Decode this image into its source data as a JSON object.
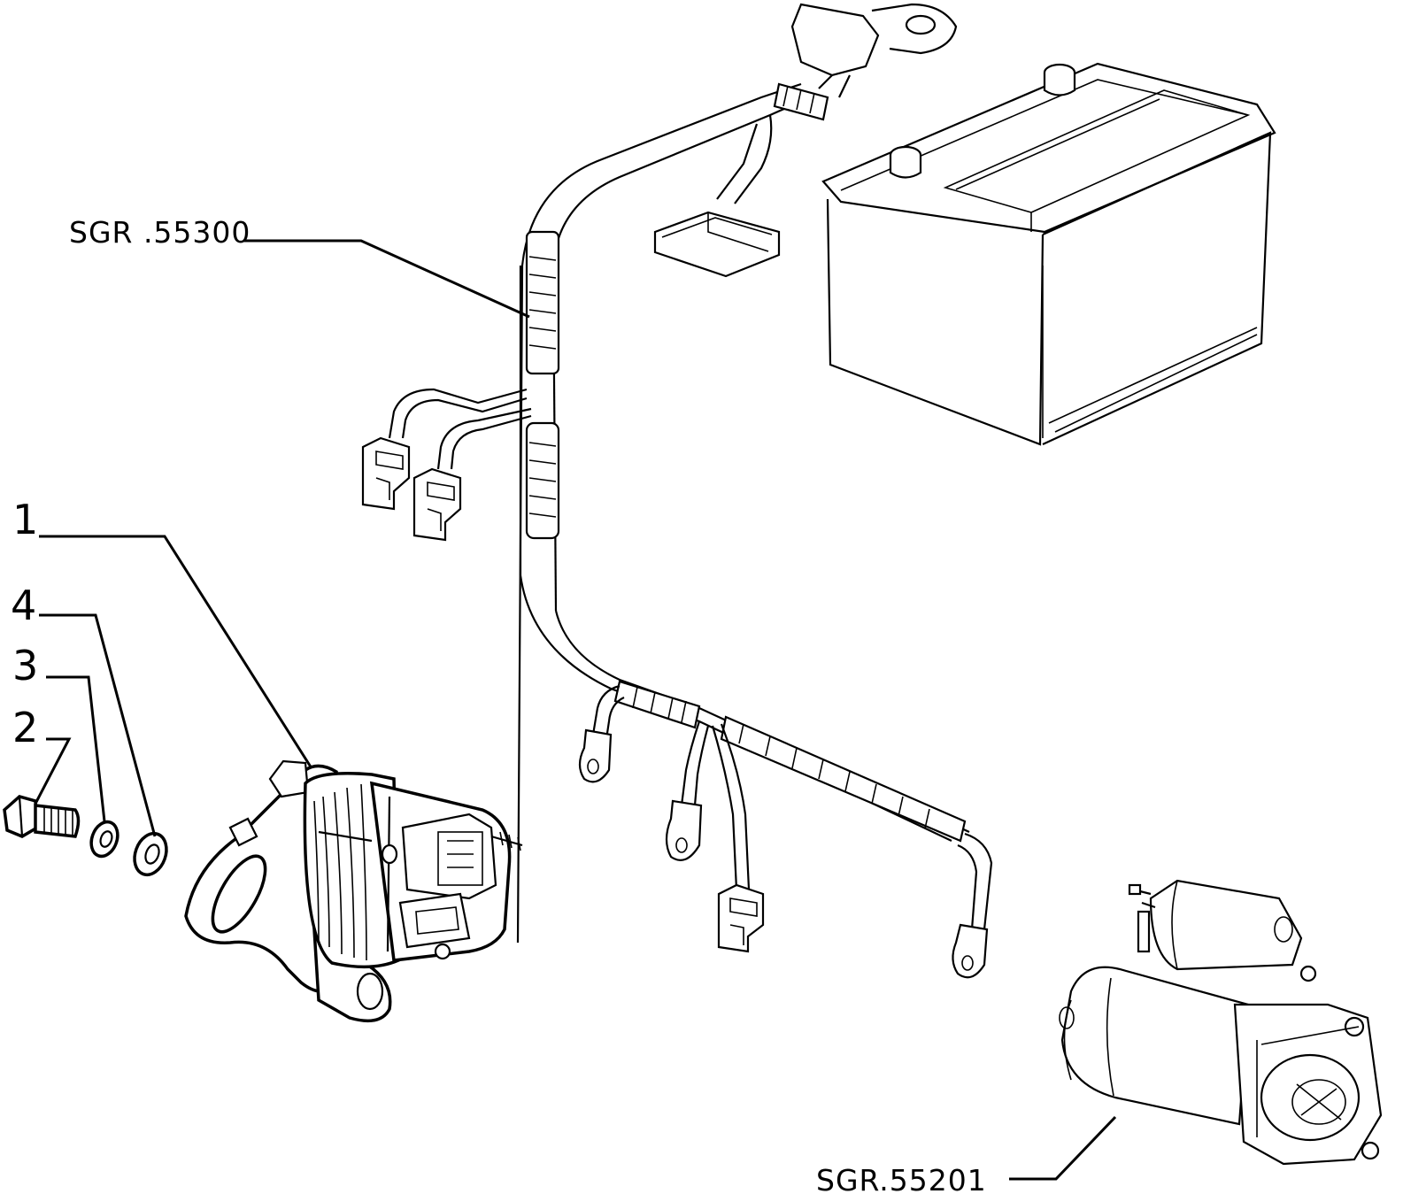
{
  "labels": {
    "harness_ref": "SGR .55300",
    "starter_ref": "SGR.55201",
    "item_1": "1",
    "item_2": "2",
    "item_3": "3",
    "item_4": "4"
  },
  "parts": [
    "wiring-harness",
    "battery",
    "alternator",
    "bolt",
    "washer",
    "spacer-washer",
    "starter-motor"
  ]
}
